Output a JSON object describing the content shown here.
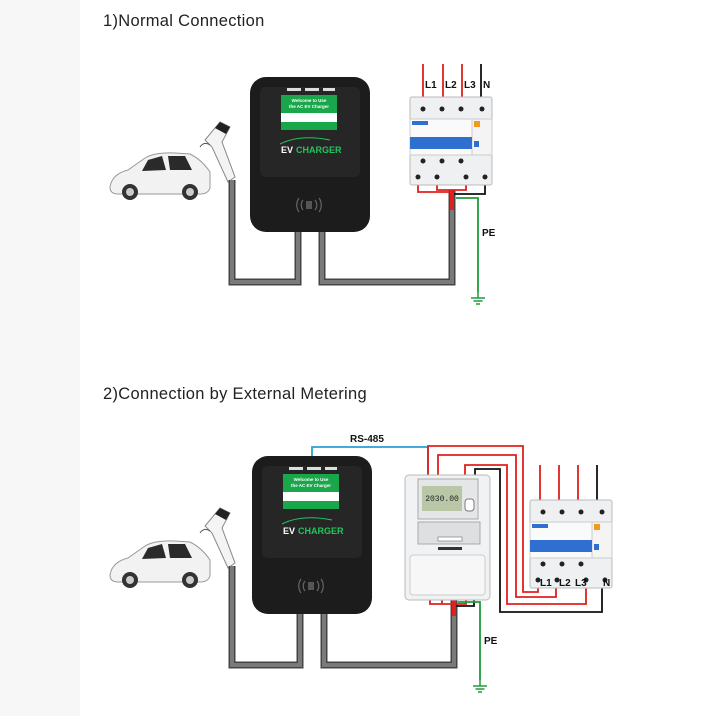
{
  "sections": [
    {
      "title": "1)Normal Connection",
      "charger": {
        "screen_line1": "Welcome to Use",
        "screen_line2": "the AC EV Charger",
        "brand_ev": "EV",
        "brand_charger": "CHARGER"
      },
      "wires": {
        "l1": "L1",
        "l2": "L2",
        "l3": "L3",
        "n": "N",
        "pe": "PE"
      }
    },
    {
      "title": "2)Connection by External Metering",
      "charger": {
        "screen_line1": "Welcome to Use",
        "screen_line2": "the AC EV Charger",
        "brand_ev": "EV",
        "brand_charger": "CHARGER"
      },
      "bus_label": "RS-485",
      "meter": {
        "reading": "2030.00"
      },
      "wires": {
        "l1": "L1",
        "l2": "L2",
        "l3": "L3",
        "n": "N",
        "pe": "PE"
      }
    }
  ],
  "colors": {
    "live": "#e0201c",
    "neutral": "#111111",
    "earth": "#1e9a3a",
    "rs485": "#2a9fd8",
    "cable": "#6b6b6b",
    "charger": "#1c1c1c",
    "screen": "#1aa64a",
    "accent": "#22c55e",
    "breaker": "#2f6fd0"
  }
}
